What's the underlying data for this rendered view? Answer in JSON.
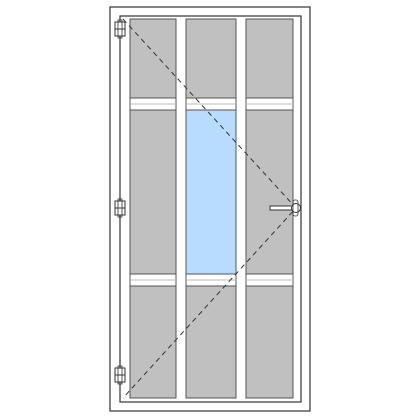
{
  "diagram": {
    "type": "door-elevation",
    "columns": 3,
    "rows": 3,
    "panels": [
      {
        "id": "panel-top-left",
        "fill": "opaque"
      },
      {
        "id": "panel-top-center",
        "fill": "opaque"
      },
      {
        "id": "panel-top-right",
        "fill": "opaque"
      },
      {
        "id": "panel-middle-left",
        "fill": "opaque"
      },
      {
        "id": "panel-middle-center",
        "fill": "glass"
      },
      {
        "id": "panel-middle-right",
        "fill": "opaque"
      },
      {
        "id": "panel-bottom-left",
        "fill": "opaque"
      },
      {
        "id": "panel-bottom-center",
        "fill": "opaque"
      },
      {
        "id": "panel-bottom-right",
        "fill": "opaque"
      }
    ],
    "hinge_side": "left",
    "hinge_count": 3,
    "handle_side": "right",
    "opening_indicator": "dashed-triangle"
  },
  "colors": {
    "frame_stroke": "#333333",
    "frame_fill": "#ffffff",
    "panel_opaque": "#c0c0c0",
    "panel_glass": "#b8dcff",
    "panel_stroke": "#555555",
    "dash_stroke": "#333333"
  },
  "icons": {
    "hinge": "hinge-icon",
    "handle": "door-handle-icon"
  }
}
